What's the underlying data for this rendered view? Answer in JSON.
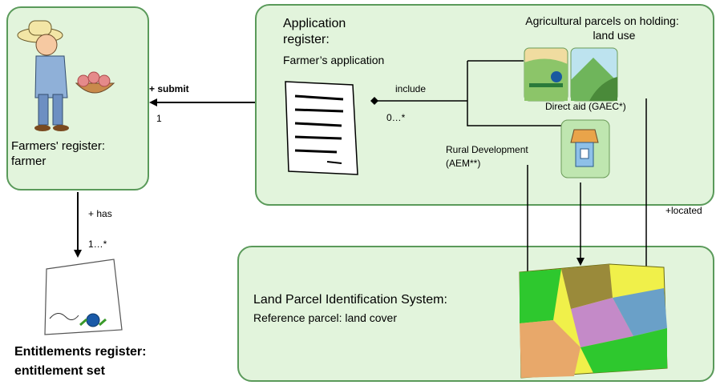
{
  "farmers_register": {
    "title_line1": "Farmers' register:",
    "title_line2": "farmer"
  },
  "application_register": {
    "title_line1": "Application",
    "title_line2": "register:",
    "subtitle": "Farmer’s application"
  },
  "parcels": {
    "title_line1": "Agricultural parcels on holding:",
    "title_line2": "land use"
  },
  "direct_aid": "Direct aid (GAEC*)",
  "rural_dev": {
    "line1": "Rural Development",
    "line2": "(AEM**)"
  },
  "lpis": {
    "title": "Land Parcel Identification System:",
    "subtitle": "Reference parcel: land cover"
  },
  "entitlements": {
    "title_line1": "Entitlements register:",
    "title_line2": "entitlement set"
  },
  "relations": {
    "submit": "+ submit",
    "submit_mult": "1",
    "include": "include",
    "include_mult": "0…*",
    "has": "+ has",
    "has_mult": "1…*",
    "located": "+located"
  },
  "colors": {
    "box_fill": "#e2f4dc",
    "box_border": "#5a9a5a"
  },
  "icons": [
    "farmer-icon",
    "document-icon",
    "tractor-field-icon",
    "mountain-landscape-icon",
    "water-well-icon",
    "certificate-icon",
    "land-parcels-map-icon"
  ]
}
